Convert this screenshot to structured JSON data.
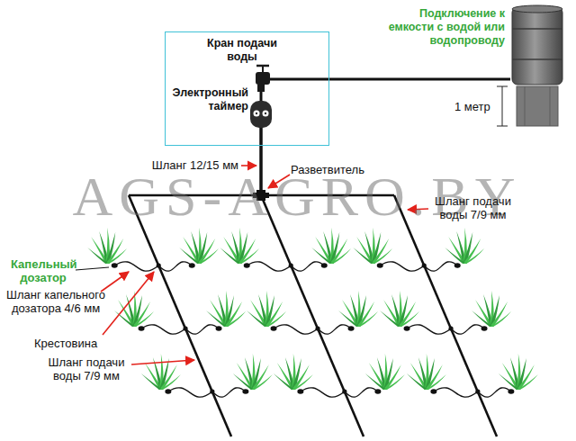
{
  "diagram": {
    "nodes": [
      {
        "text": [
          "Кран подачи воды",
          "Электронный таймер"
        ]
      },
      {
        "text": [
          "Подключение к емкости с водой или водопроводу"
        ]
      }
    ],
    "edges": [
      {
        "from": 1,
        "to": 0,
        "arrow": "none"
      }
    ],
    "labels": [
      "1 метр",
      "Шланг 12/15 мм",
      "Разветвитель",
      "Шланг подачи воды 7/9 мм",
      "Капельный дозатор",
      "Шланг капельного дозатора 4/6 мм",
      "Крестовина",
      "Шланг подачи воды 7/9 мм",
      "AGS-AGRO.BY"
    ]
  }
}
